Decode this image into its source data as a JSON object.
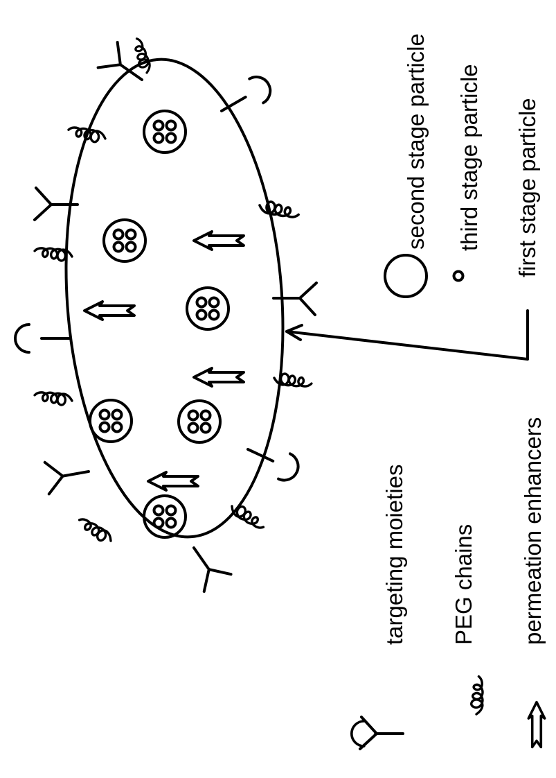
{
  "legend": {
    "second_stage": "second stage particle",
    "third_stage": "third stage particle",
    "first_stage": "first stage particle",
    "targeting": "targeting moieties",
    "peg": "PEG chains",
    "permeation": "permeation enhancers"
  },
  "colors": {
    "ink": "#000000",
    "background": "#ffffff"
  }
}
